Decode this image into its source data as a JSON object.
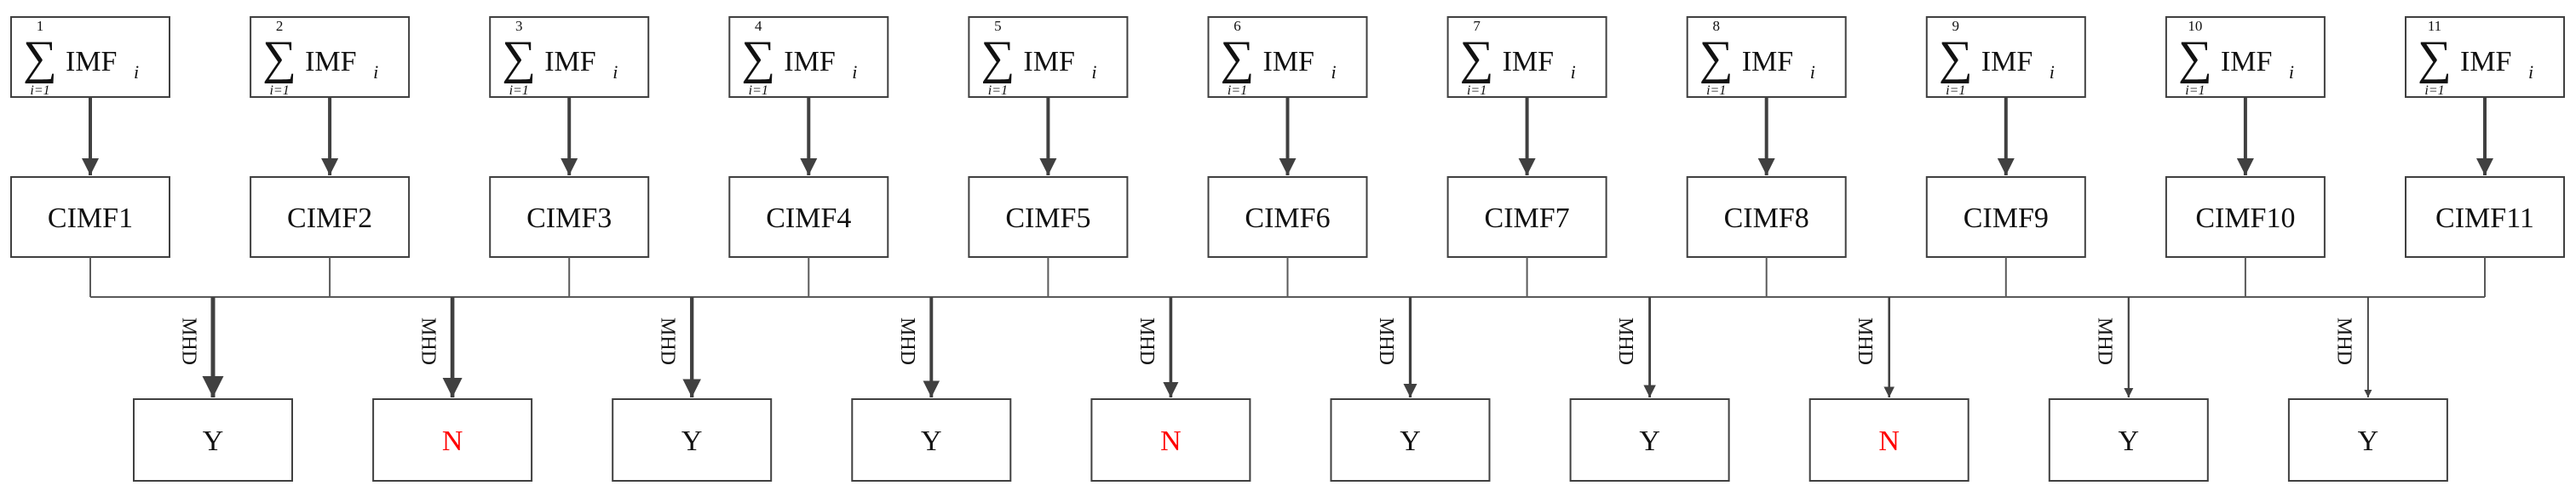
{
  "sum_symbol": "∑",
  "sum_lower": "i=1",
  "imf_label": "IMF",
  "imf_subscript": "i",
  "sum_uppers": [
    "1",
    "2",
    "3",
    "4",
    "5",
    "6",
    "7",
    "8",
    "9",
    "10",
    "11"
  ],
  "cimf_labels": [
    "CIMF1",
    "CIMF2",
    "CIMF3",
    "CIMF4",
    "CIMF5",
    "CIMF6",
    "CIMF7",
    "CIMF8",
    "CIMF9",
    "CIMF10",
    "CIMF11"
  ],
  "mhd_label": "MHD",
  "results": [
    "Y",
    "N",
    "Y",
    "Y",
    "N",
    "Y",
    "Y",
    "N",
    "Y",
    "Y"
  ],
  "colors": {
    "yes": "#111111",
    "no": "#ff0000",
    "stroke": "#404040"
  }
}
